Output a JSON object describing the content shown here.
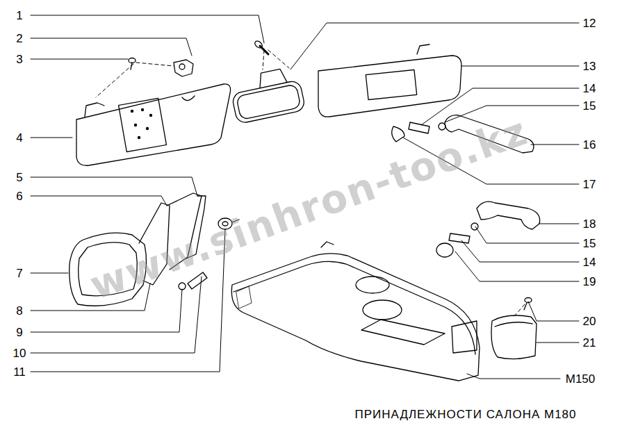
{
  "diagram": {
    "caption": "ПРИНАДЛЕЖНОСТИ САЛОНА М180",
    "labels": [
      "1",
      "2",
      "3",
      "4",
      "5",
      "6",
      "7",
      "8",
      "9",
      "10",
      "11",
      "12",
      "13",
      "14",
      "15",
      "16",
      "17",
      "18",
      "15",
      "14",
      "19",
      "20",
      "21",
      "M150",
      "www.sinhron-too.kz"
    ]
  }
}
